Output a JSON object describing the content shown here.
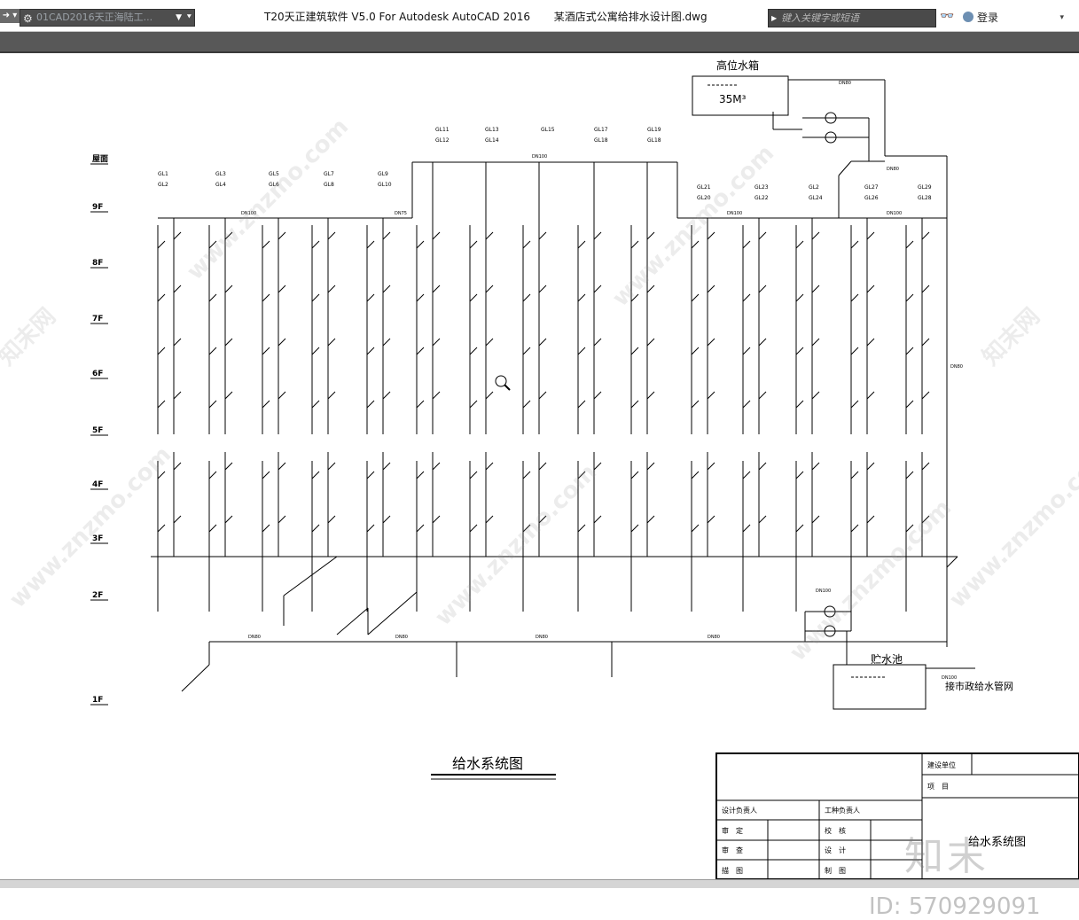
{
  "titlebar": {
    "workspace": "01CAD2016天正海陆工...",
    "app_title": "T20天正建筑软件 V5.0 For Autodesk AutoCAD 2016",
    "file_name": "某酒店式公寓给排水设计图.dwg",
    "search_placeholder": "键入关键字或短语",
    "login": "登录"
  },
  "drawing": {
    "title": "给水系统图",
    "floors": [
      "屋面",
      "9F",
      "8F",
      "7F",
      "6F",
      "5F",
      "4F",
      "3F",
      "2F",
      "1F"
    ],
    "tank_label": "高位水箱",
    "tank_volume": "35M³",
    "pool_label": "贮水池",
    "municipal_label": "接市政给水管网",
    "riser_tags_upper": [
      [
        "GL1",
        "GL2"
      ],
      [
        "GL3",
        "GL4"
      ],
      [
        "GL5",
        "GL6"
      ],
      [
        "GL7",
        "GL8"
      ],
      [
        "GL9",
        "GL10"
      ]
    ],
    "riser_tags_mid": [
      [
        "GL11",
        "GL12"
      ],
      [
        "GL13",
        "GL14"
      ],
      [
        "GL15",
        ""
      ],
      [
        "GL17",
        "GL18"
      ],
      [
        "GL19",
        "GL18"
      ]
    ],
    "riser_tags_right": [
      [
        "GL21",
        "GL20"
      ],
      [
        "GL23",
        "GL22"
      ],
      [
        "GL2",
        "GL24"
      ],
      [
        "GL27",
        "GL26"
      ],
      [
        "GL29",
        "GL28"
      ]
    ],
    "pipe_labels": [
      "DN80",
      "DN80",
      "DN80",
      "DN100",
      "DN100",
      "DN80",
      "DN75",
      "DN100",
      "DN80",
      "DN100",
      "DN80",
      "DN80",
      "DN100",
      "DN100"
    ]
  },
  "title_block": {
    "build_unit": "建设单位",
    "project": "项　目",
    "design_lead": "设计负责人",
    "work_lead": "工种负责人",
    "check1": "审　定",
    "check2": "校　核",
    "review": "审　查",
    "design": "设　计",
    "trace": "描　图",
    "draw": "制　图",
    "drawing_name": "给水系统图"
  },
  "watermark": {
    "logo": "知末",
    "id": "ID: 570929091",
    "url": "www.znzmo.com",
    "brand": "知末网"
  },
  "colors": {
    "ribbon": "#585858",
    "line": "#000000",
    "canvas": "#ffffff"
  }
}
